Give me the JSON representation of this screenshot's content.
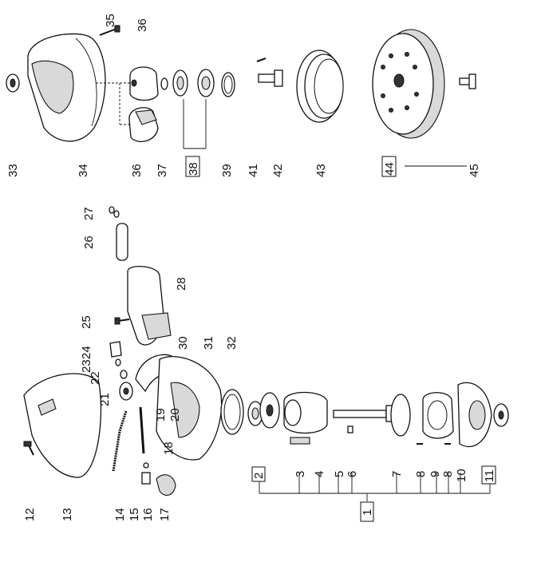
{
  "labels": {
    "l1": "1",
    "l2": "2",
    "l3": "3",
    "l4": "4",
    "l5": "5",
    "l6": "6",
    "l7": "7",
    "l8a": "8",
    "l8b": "8",
    "l9": "9",
    "l10": "10",
    "l11": "11",
    "l12": "12",
    "l13": "13",
    "l14": "14",
    "l15": "15",
    "l16": "16",
    "l17": "17",
    "l18": "18",
    "l19": "19",
    "l20": "20",
    "l21": "21",
    "l22": "22",
    "l23": "23",
    "l24": "24",
    "l25": "25",
    "l26": "26",
    "l27": "27",
    "l28": "28",
    "l30": "30",
    "l31": "31",
    "l32": "32",
    "l33": "33",
    "l34": "34",
    "l35": "35",
    "l36a": "36",
    "l36b": "36",
    "l37": "37",
    "l38": "38",
    "l39": "39",
    "l41": "41",
    "l42": "42",
    "l43": "43",
    "l44": "44",
    "l45": "45"
  }
}
